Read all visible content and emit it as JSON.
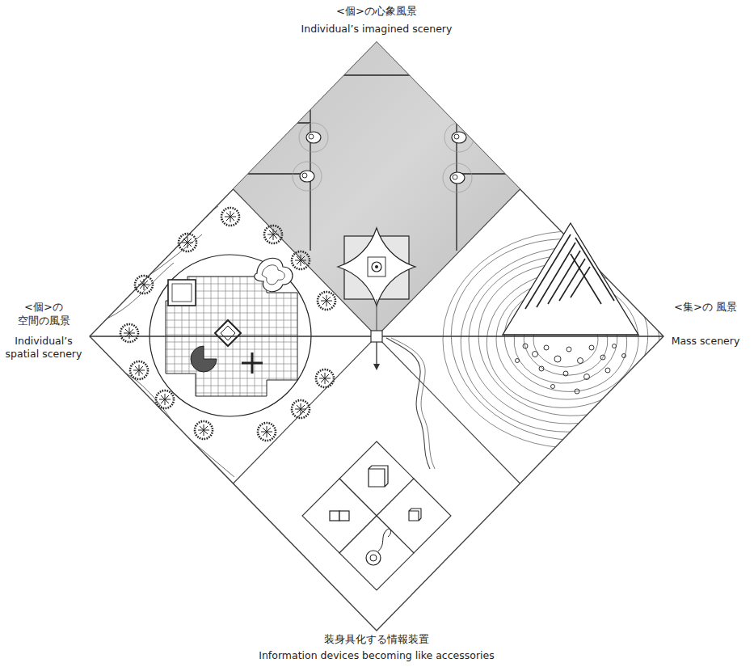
{
  "diagram": {
    "labels": [
      "<個>の心象風景",
      "Individual’s imagined scenery",
      "<個>の 空間の風景",
      "Individual’s spatial scenery",
      "<集>の 風景",
      "Mass scenery",
      "装身具化する情報装置",
      "Information devices becoming like accessories"
    ]
  }
}
